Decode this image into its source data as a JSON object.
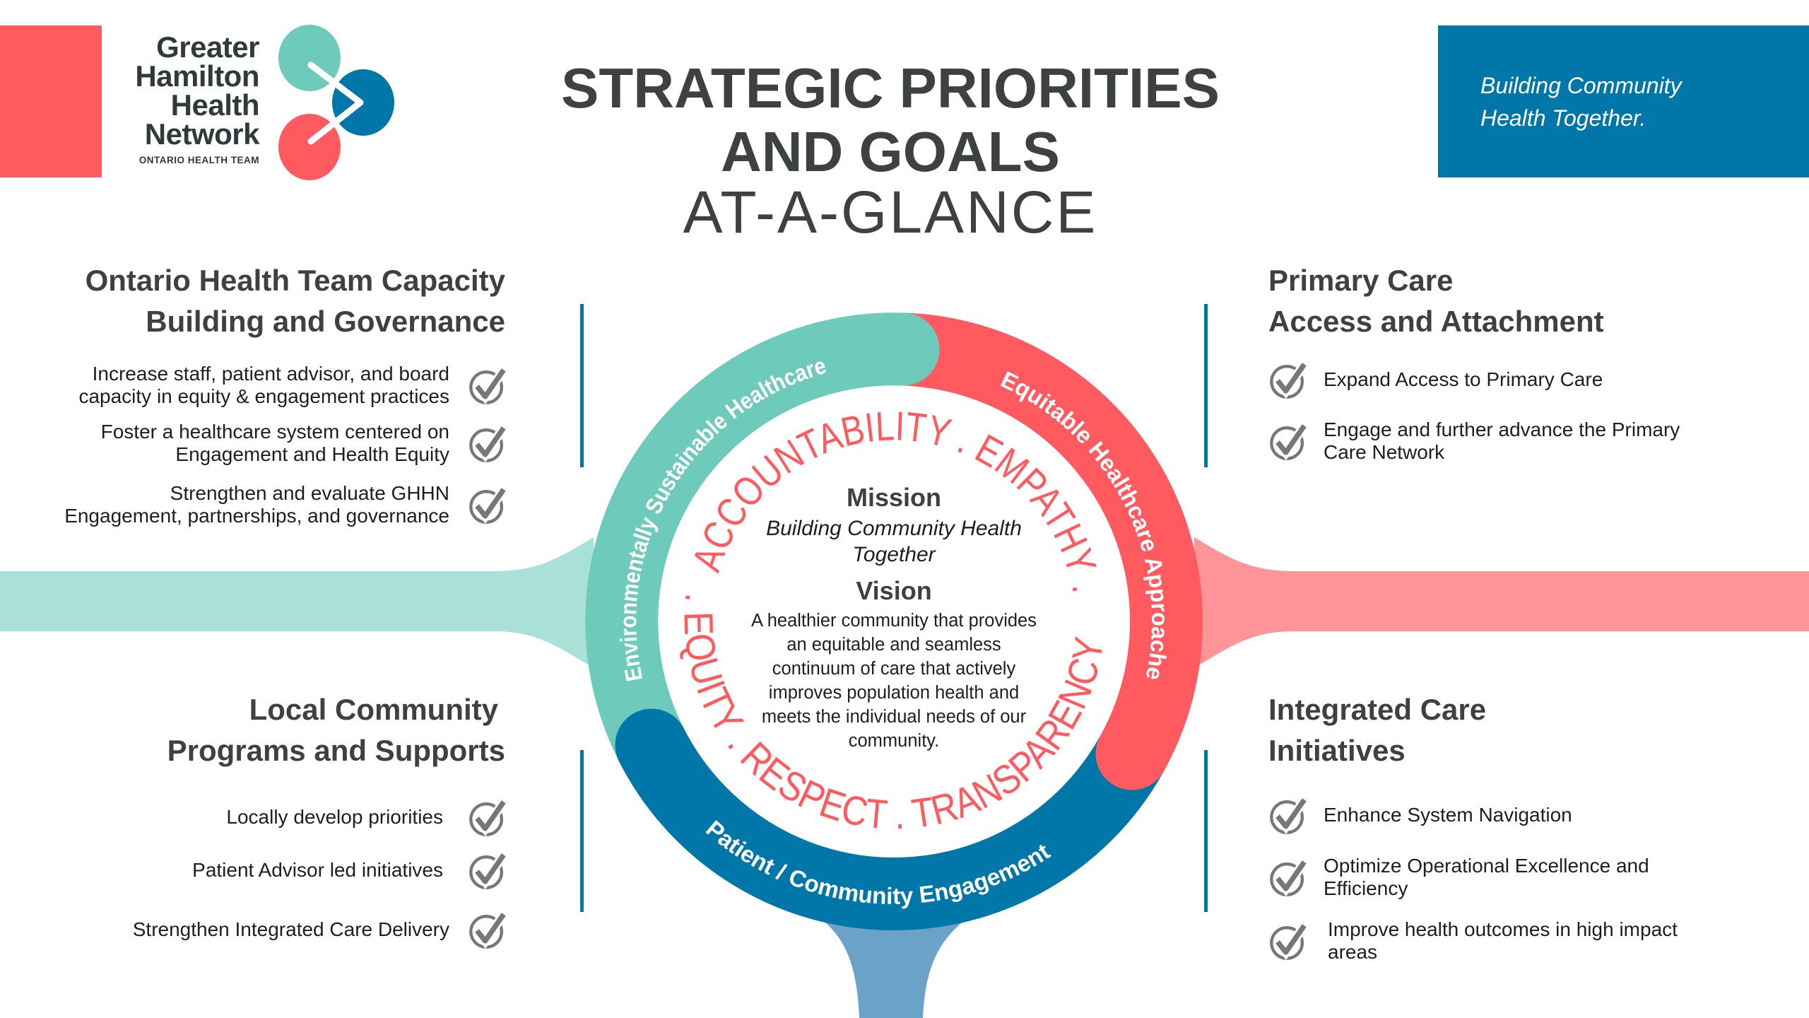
{
  "logo": {
    "lines": [
      "Greater",
      "Hamilton",
      "Health",
      "Network"
    ],
    "subtitle": "ONTARIO HEALTH TEAM"
  },
  "title": {
    "line1": "STRATEGIC PRIORITIES",
    "line2": "AND GOALS",
    "line3": "AT-A-GLANCE"
  },
  "tagline": {
    "line1": "Building Community",
    "line2": "Health Together."
  },
  "colors": {
    "teal": "#6ecbbb",
    "red": "#ff5a5f",
    "blue": "#0077a8",
    "text": "#3d4142"
  },
  "sections": {
    "top_left": {
      "heading": [
        "Ontario Health Team Capacity",
        "Building and Governance"
      ],
      "items": [
        [
          "Increase staff, patient advisor, and board",
          "capacity in equity & engagement practices"
        ],
        [
          "Foster a healthcare system centered on",
          "Engagement and Health Equity"
        ],
        [
          "Strengthen and evaluate GHHN",
          "Engagement, partnerships, and governance"
        ]
      ]
    },
    "bottom_left": {
      "heading": [
        "Local Community",
        "Programs and Supports"
      ],
      "items": [
        "Locally develop priorities",
        "Patient Advisor led initiatives",
        "Strengthen Integrated Care Delivery"
      ]
    },
    "top_right": {
      "heading": [
        "Primary Care",
        "Access and Attachment"
      ],
      "items": [
        [
          "Expand Access to Primary Care",
          ""
        ],
        [
          "Engage and further advance the Primary",
          "Care Network"
        ]
      ]
    },
    "bottom_right": {
      "heading": [
        "Integrated Care",
        "Initiatives"
      ],
      "items": [
        [
          "Enhance System Navigation",
          ""
        ],
        [
          "Optimize Operational Excellence and",
          "Efficiency"
        ],
        [
          "Improve health outcomes in high impact",
          "areas"
        ]
      ]
    }
  },
  "ring": {
    "segments": [
      "Environmentally  Sustainable Healthcare",
      "Equitable Healthcare Approaches",
      "Patient / Community Engagement"
    ],
    "values_top": "ACCOUNTABILITY . EMPATHY .",
    "values_bottom": ". EQUITY . RESPECT . TRANSPARENCY"
  },
  "core": {
    "mission_label": "Mission",
    "mission": [
      "Building Community Health",
      "Together"
    ],
    "vision_label": "Vision",
    "vision": [
      "A healthier community that provides",
      "an equitable and seamless",
      "continuum of care that actively",
      "improves population health and",
      "meets the individual needs of our",
      "community."
    ]
  }
}
